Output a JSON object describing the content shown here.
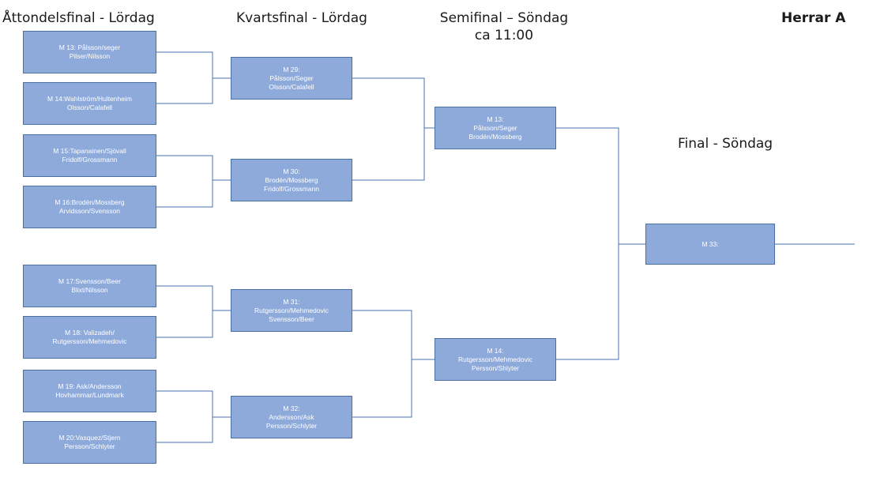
{
  "headings": {
    "round_of_16": "Åttondelsfinal - Lördag",
    "quarterfinal": "Kvartsfinal - Lördag",
    "semifinal_line1": "Semifinal – Söndag",
    "semifinal_line2": "ca 11:00",
    "final": "Final - Söndag",
    "category": "Herrar A"
  },
  "colors": {
    "box_fill": "#8eaadb",
    "box_border": "#4a6fa5",
    "connector": "#4a73b3"
  },
  "round_of_16": [
    {
      "line1": "M 13: Pålsson/seger",
      "line2": "Pilser/Nilsson"
    },
    {
      "line1": "M 14:Wahlström/Hultenheim",
      "line2": "Olsson/Calafell"
    },
    {
      "line1": "M 15:Tapanainen/Sjövall",
      "line2": "Fridolf/Grossmann"
    },
    {
      "line1": "M 16:Brodén/Mossberg",
      "line2": "Arvidsson/Svensson"
    },
    {
      "line1": "M 17:Svensson/Beer",
      "line2": "Blixt/Nilsson"
    },
    {
      "line1": "M 18: Valizadeh/",
      "line2": "Rutgersson/Mehmedovic"
    },
    {
      "line1": "M 19: Ask/Andersson",
      "line2": "Hovhammar/Lundmark"
    },
    {
      "line1": "M 20:Vasquez/Stjern",
      "line2": "Persson/Schlyter"
    }
  ],
  "quarterfinals": [
    {
      "line1": "M 29:",
      "line2": "Pålsson/Seger",
      "line3": "Olsson/Calafell"
    },
    {
      "line1": "M 30:",
      "line2": "Brodén/Mossberg",
      "line3": "Fridolf/Grossmann"
    },
    {
      "line1": "M 31:",
      "line2": "Rutgersson/Mehmedovic",
      "line3": "Svensson/Beer"
    },
    {
      "line1": "M 32:",
      "line2": "Andersson/Ask",
      "line3": "Persson/Schlyter"
    }
  ],
  "semifinals": [
    {
      "line1": "M 13:",
      "line2": "Pålsson/Seger",
      "line3": "Brodén/Mossberg"
    },
    {
      "line1": "M 14:",
      "line2": "Rutgersson/Mehmedovic",
      "line3": "Persson/Shlyter"
    }
  ],
  "final": {
    "line1": "M 33:"
  }
}
